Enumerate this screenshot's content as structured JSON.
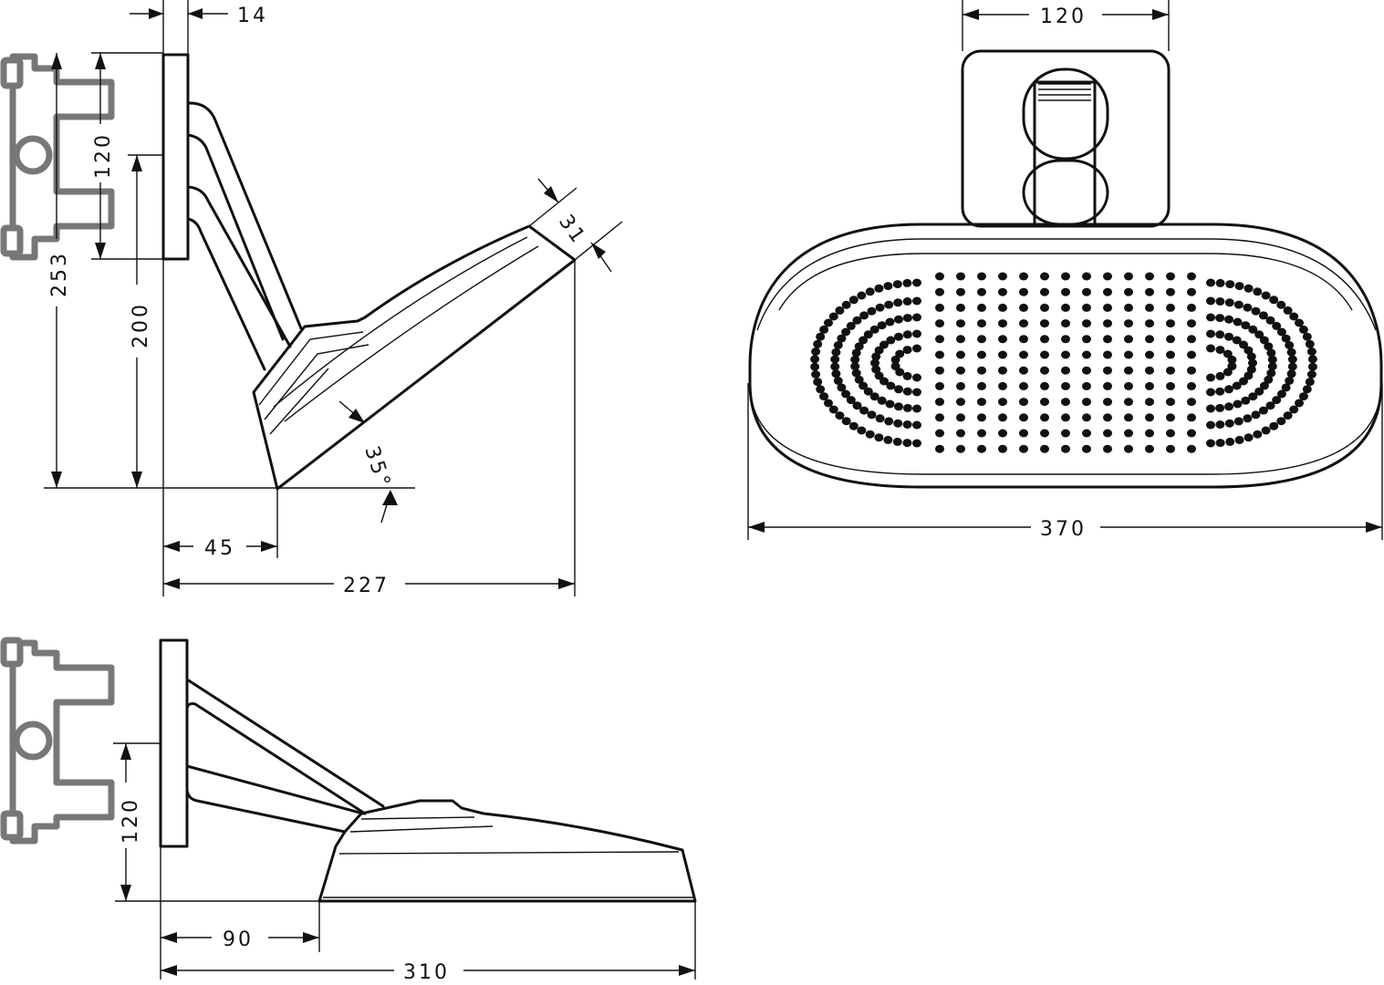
{
  "dimensions": {
    "side_view": {
      "flange_thickness": "14",
      "arm_spacing": "120",
      "total_height": "253",
      "arm_height": "200",
      "head_thickness": "31",
      "tilt_angle": "35°",
      "head_offset": "45",
      "projection": "227"
    },
    "top_view": {
      "arm_spacing": "120",
      "head_offset": "90",
      "projection": "310"
    },
    "front_view": {
      "flange_width": "120",
      "head_width": "370"
    }
  },
  "colors": {
    "line": "#111111",
    "wall_box": "#777777",
    "background": "#ffffff"
  }
}
